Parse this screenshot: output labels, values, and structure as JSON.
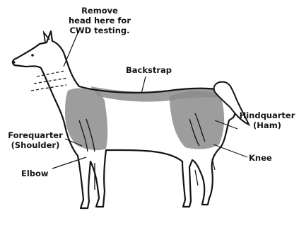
{
  "diagram": {
    "labels": {
      "cwd_note": [
        "Remove",
        "head here for",
        "CWD testing."
      ],
      "backstrap": "Backstrap",
      "hindquarter": [
        "Hindquarter",
        "(Ham)"
      ],
      "forequarter": [
        "Forequarter",
        "(Shoulder)"
      ],
      "knee": "Knee",
      "elbow": "Elbow"
    },
    "colors": {
      "ink": "#141414",
      "shade": "#8c8c8c"
    }
  }
}
